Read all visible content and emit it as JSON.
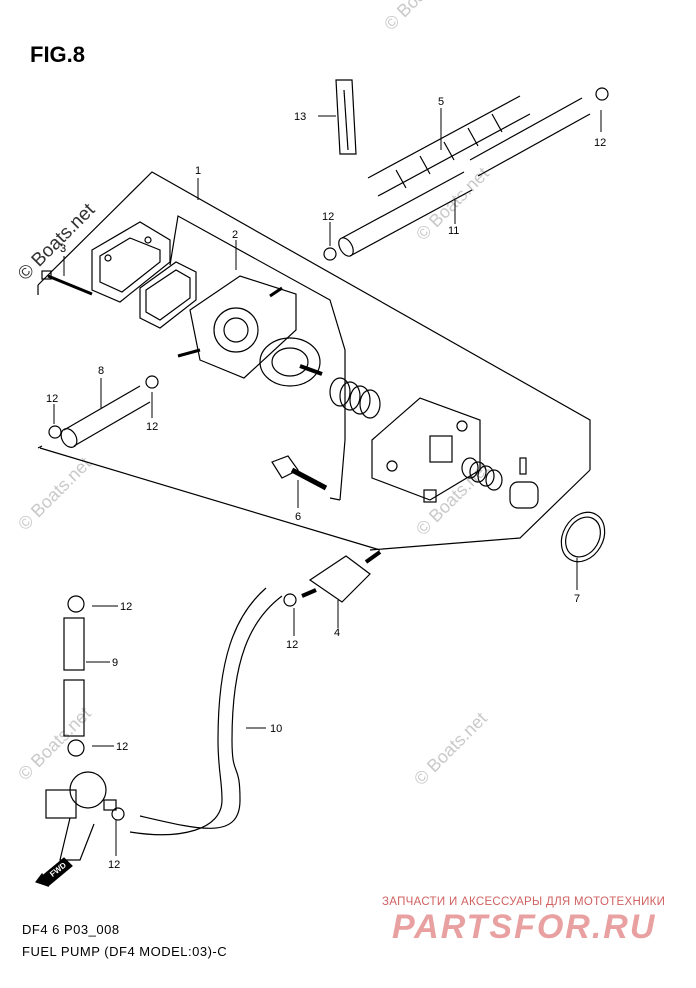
{
  "figure": {
    "title": "FIG.8",
    "code": "DF4 6 P03_008",
    "caption": "FUEL PUMP (DF4 MODEL:03)-C"
  },
  "watermarks": {
    "text": "© Boats.net"
  },
  "promo": {
    "line1": "ЗАПЧАСТИ И АКСЕССУАРЫ ДЛЯ МОТОТЕХНИКИ",
    "logo": "PARTSFOR.RU"
  },
  "fwd_label": "FWD",
  "callouts": [
    "1",
    "2",
    "3",
    "4",
    "5",
    "6",
    "7",
    "8",
    "9",
    "10",
    "11",
    "12",
    "13"
  ],
  "colors": {
    "line": "#000000",
    "watermark": "#c9c9c9",
    "promo": "#d06060"
  }
}
